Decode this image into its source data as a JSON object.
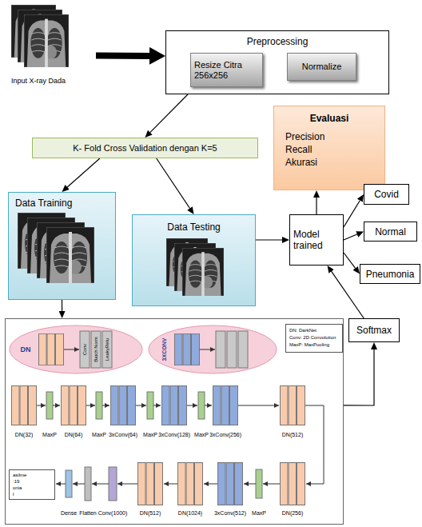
{
  "diagram": {
    "nodes": [
      {
        "text": [
          "Input X-ray Dada"
        ]
      },
      {
        "text": [
          "Preprocessing"
        ]
      },
      {
        "text": [
          "Resize Citra 256x256"
        ],
        "in": 1
      },
      {
        "text": [
          "Normalize"
        ],
        "in": 1
      },
      {
        "text": [
          "Evaluasi",
          "Precision Recall Akurasi"
        ]
      },
      {
        "text": [
          "K- Fold Cross Validation dengan K=5"
        ]
      },
      {
        "text": [
          "Data Training"
        ]
      },
      {
        "text": [
          "Data Testing"
        ]
      },
      {
        "text": [
          "Model trained"
        ]
      },
      {
        "text": [
          "Covid"
        ]
      },
      {
        "text": [
          "Normal"
        ]
      },
      {
        "text": [
          "Pneumonia"
        ]
      },
      {
        "text": [
          "Softmax"
        ]
      },
      {
        "text": [
          "DN(32)",
          "MaxP",
          "DN(64)",
          "MaxP",
          "3xConv(64)",
          "MaxP",
          "3xConv(128)",
          "MaxP",
          "3xConv(256)",
          "DN(512)",
          "DN(256)",
          "MaxP",
          "3xConv(512)",
          "DN(1024)",
          "DN(512)",
          "Conv(1000)",
          "Flatten",
          "Dense"
        ]
      },
      {
        "text": [
          "DN: DarkNet",
          "Conv: 2D Convolution",
          "MaxP: MaxPooling"
        ],
        "in": 13
      },
      {
        "text": [
          "asilme",
          ":19",
          "onia",
          "l"
        ],
        "in": 13
      }
    ],
    "edges": [
      {
        "from": 0,
        "to": 1,
        "arrow": "to"
      },
      {
        "from": 1,
        "to": 5,
        "arrow": "to"
      },
      {
        "from": 5,
        "to": 6,
        "arrow": "to"
      },
      {
        "from": 5,
        "to": 7,
        "arrow": "to"
      },
      {
        "from": 7,
        "to": 8,
        "arrow": "to"
      },
      {
        "from": 8,
        "to": 4,
        "arrow": "to"
      },
      {
        "from": 8,
        "to": 9,
        "arrow": "to"
      },
      {
        "from": 8,
        "to": 10,
        "arrow": "to"
      },
      {
        "from": 8,
        "to": 11,
        "arrow": "to"
      },
      {
        "from": 6,
        "to": 13,
        "arrow": "to"
      },
      {
        "from": 13,
        "to": 12,
        "arrow": "to"
      },
      {
        "from": 12,
        "to": 8,
        "arrow": "to"
      }
    ],
    "labels": [
      "DN",
      "3XCONV",
      "Conv",
      "Batch Norm",
      "LeakyRelu"
    ]
  }
}
